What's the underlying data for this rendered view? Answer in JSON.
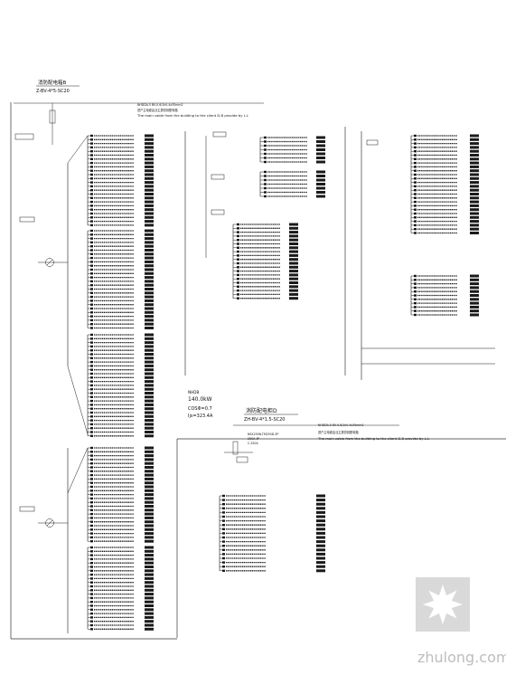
{
  "panel_a": {
    "title_cn": "消防配电箱B",
    "title_model": "Z-BV-4*5-SC20",
    "incoming_note_model": "NHDDA-5 BV-0.6/1kV-4x35mm2",
    "incoming_note_cn": "进户主电缆由业主提供到配电箱",
    "incoming_note_en": "The main cable from the building to the client D.B provide by L.L"
  },
  "panel_b": {
    "load_power": "140.0kW",
    "cos": "COSΦ=0.7",
    "current": "Ijs=323.4A",
    "title_cn": "消防配电柜D",
    "title_model": "ZH-BV-4*1.5-SC20",
    "incoming_note_model": "NHDDA-5 BV-0.6/1kV-4x35mm2",
    "incoming_note_cn": "进户主电缆由业主提供到配电箱",
    "incoming_note_en": "The main cable from the building to the client D.B provide by L.L",
    "breaker_lines": [
      "NSX250N-TM250D-3P",
      "250A 4P",
      "C-250A"
    ]
  },
  "watermark": {
    "text": "zhulong.com"
  },
  "colors": {
    "line": "#1a1a1a",
    "frame": "#333333",
    "watermark": "#c8c8c8"
  }
}
